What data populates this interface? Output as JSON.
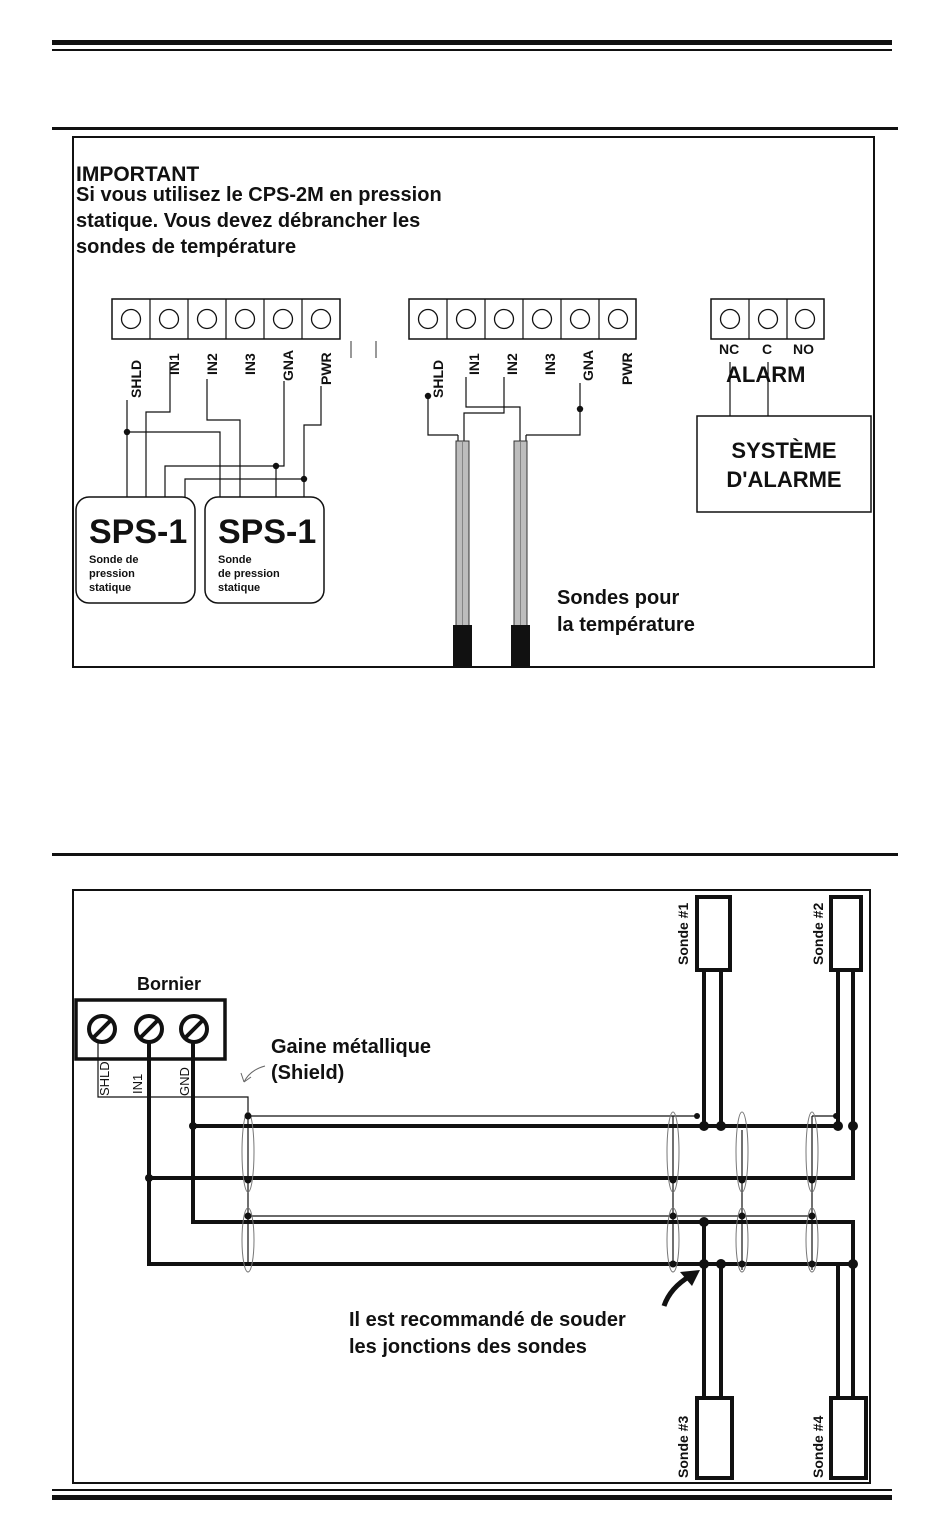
{
  "wiring1": {
    "important_title": "IMPORTANT",
    "important_lines": [
      "Si vous utilisez le CPS-2M en pression",
      "statique. Vous devez débrancher les",
      "sondes de température"
    ],
    "block_left_terminals": [
      "SHLD",
      "IN1",
      "IN2",
      "IN3",
      "GNA",
      "PWR"
    ],
    "block_mid_terminals": [
      "SHLD",
      "IN1",
      "IN2",
      "IN3",
      "GNA",
      "PWR"
    ],
    "alarm_terminals": [
      "NC",
      "C",
      "NO"
    ],
    "alarm_label": "ALARM",
    "alarm_system": [
      "SYSTÈME",
      "D'ALARME"
    ],
    "sensor_a": {
      "title": "SPS-1",
      "desc": [
        "Sonde de",
        "pression",
        "statique"
      ]
    },
    "sensor_b": {
      "title": "SPS-1",
      "desc": [
        "Sonde",
        "de pression",
        "statique"
      ]
    },
    "temp_probes_label": [
      "Sondes pour",
      "la température"
    ]
  },
  "wiring2": {
    "terminal_block_label": "Bornier",
    "terminal_labels": [
      "SHLD",
      "IN1",
      "GND"
    ],
    "shield_label": [
      "Gaine métallique",
      "(Shield)"
    ],
    "probe_labels": [
      "Sonde #1",
      "Sonde #2",
      "Sonde #3",
      "Sonde #4"
    ],
    "note": [
      "Il est recommandé de souder",
      "les jonctions des sondes"
    ]
  }
}
